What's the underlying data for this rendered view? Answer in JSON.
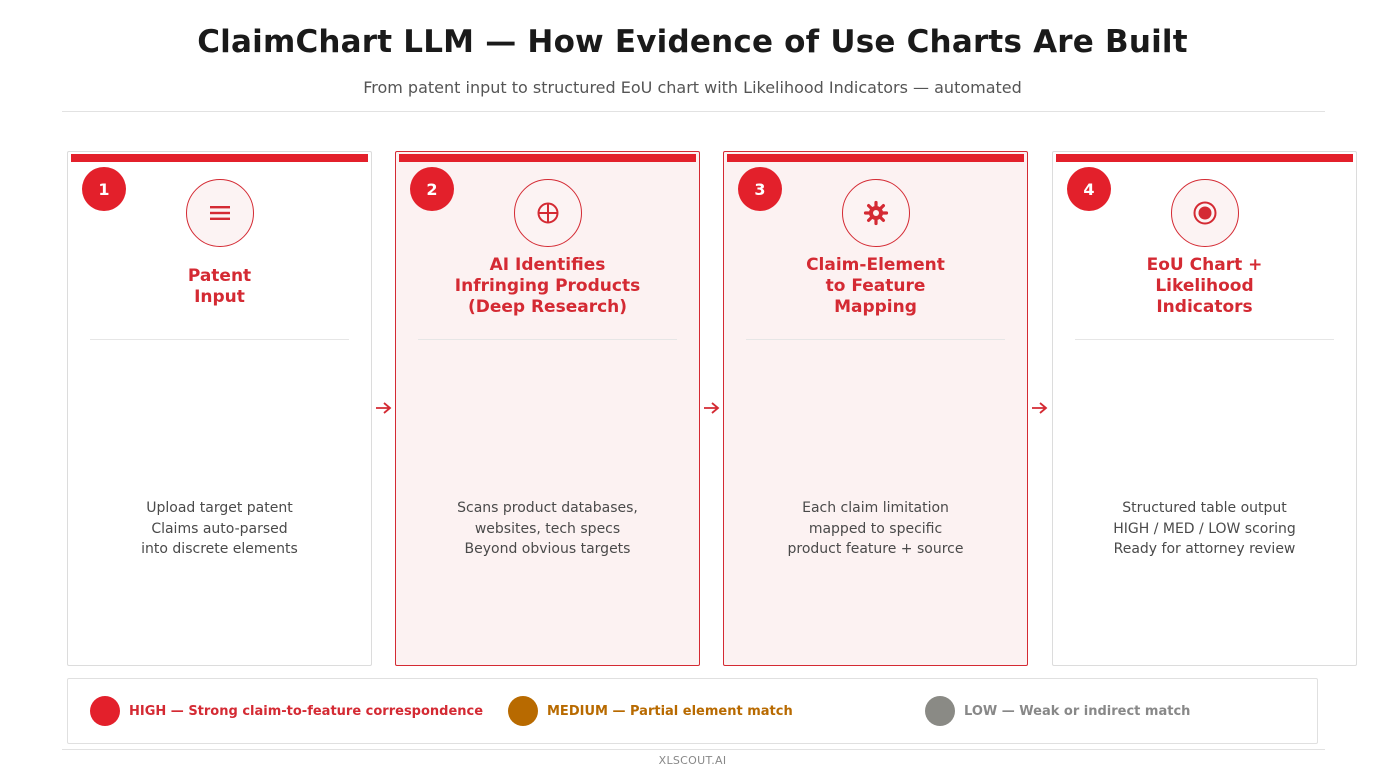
{
  "header": {
    "title": "ClaimChart LLM — How Evidence of Use Charts Are Built",
    "subtitle": "From patent input to structured EoU chart with Likelihood Indicators — automated"
  },
  "steps": [
    {
      "number": "1",
      "icon": "document-lines-icon",
      "title": "Patent\nInput",
      "description": "Upload target patent\nClaims auto-parsed\ninto discrete elements",
      "highlighted": false
    },
    {
      "number": "2",
      "icon": "crosshair-icon",
      "title": "AI Identifies\nInfringing Products\n(Deep Research)",
      "description": "Scans product databases,\nwebsites, tech specs\nBeyond obvious targets",
      "highlighted": true
    },
    {
      "number": "3",
      "icon": "gear-icon",
      "title": "Claim-Element\nto Feature\nMapping",
      "description": "Each claim limitation\nmapped to specific\nproduct feature + source",
      "highlighted": true
    },
    {
      "number": "4",
      "icon": "target-icon",
      "title": "EoU Chart +\nLikelihood\nIndicators",
      "description": "Structured table output\nHIGH / MED / LOW scoring\nReady for attorney review",
      "highlighted": false
    }
  ],
  "legend": [
    {
      "label": "HIGH — Strong claim-to-feature correspondence",
      "color": "#e3202b",
      "text_color": "#d42a33"
    },
    {
      "label": "MEDIUM — Partial element match",
      "color": "#b86a00",
      "text_color": "#b86a00"
    },
    {
      "label": "LOW — Weak or indirect match",
      "color": "#8a8a85",
      "text_color": "#888888"
    }
  ],
  "footer": "XLSCOUT.AI",
  "colors": {
    "accent": "#e3202b",
    "highlight_bg": "#fcf2f2"
  }
}
